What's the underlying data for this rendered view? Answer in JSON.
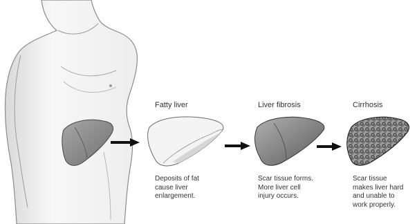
{
  "stages": [
    {
      "title": "Fatty liver",
      "description": [
        "Deposits of fat",
        "cause liver",
        "enlargement."
      ]
    },
    {
      "title": "Liver fibrosis",
      "description": [
        "Scar tissue forms.",
        "More liver cell",
        "injury occurs."
      ]
    },
    {
      "title": "Cirrhosis",
      "description": [
        "Scar tissue",
        "makes liver hard",
        "and unable to",
        "work properly."
      ]
    }
  ],
  "colors": {
    "ink": "#111111",
    "skin_outline": "#8a8a8a",
    "healthy_liver": "#8e8e8e",
    "fatty_liver": "#f3f3f3",
    "fibrotic_liver": "#7f7f7f",
    "cirrhotic_liver": "#9a9a9a"
  }
}
